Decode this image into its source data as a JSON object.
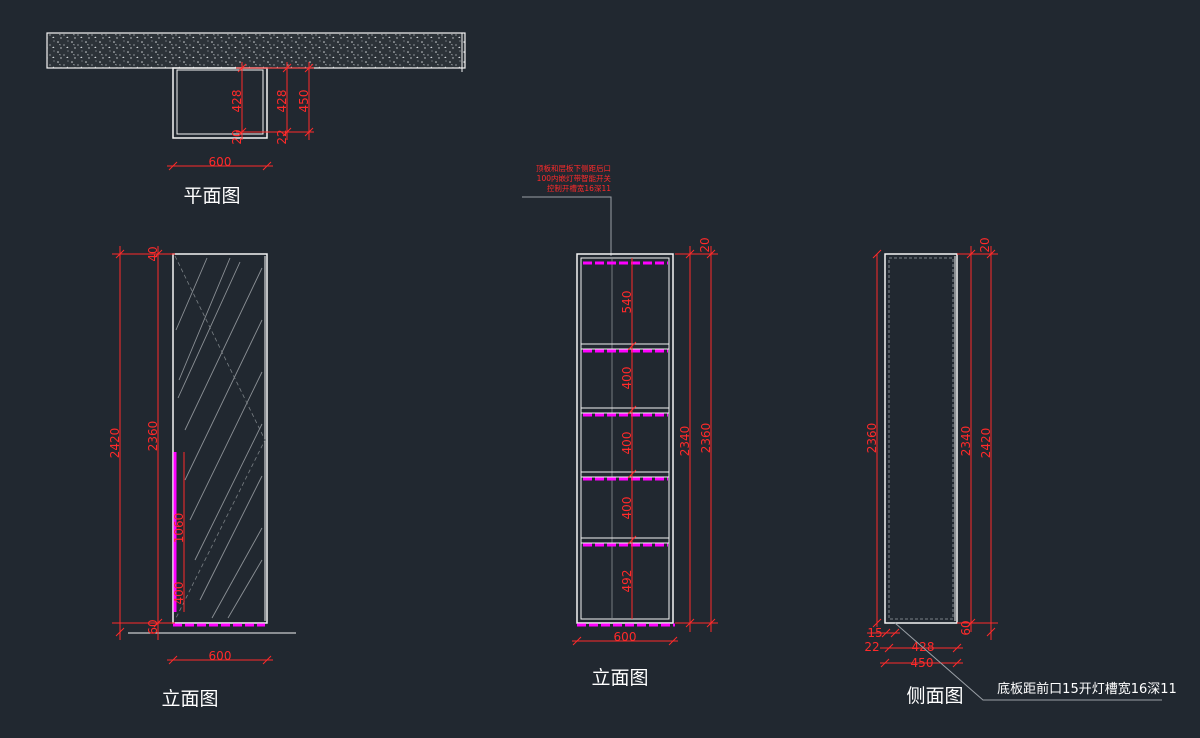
{
  "titles": {
    "plan": "平面图",
    "elevation_left": "立面图",
    "elevation_mid": "立面图",
    "side": "侧面图"
  },
  "notes": {
    "top_line1": "顶板和层板下侧距后口",
    "top_line2": "100内嵌灯带智能开关",
    "top_line3": "控制开槽宽16深11",
    "bottom": "底板距前口15开灯槽宽16深11"
  },
  "dims": {
    "plan_width": "600",
    "plan_depth_inner": "428",
    "plan_depth_mid": "428",
    "plan_depth_outer": "450",
    "plan_small_a": "20",
    "plan_small_b": "22",
    "left_total_height": "2420",
    "left_door_height": "2360",
    "left_magenta_height": "1060",
    "left_lower": "400",
    "left_top_small": "40",
    "left_bottom_small": "60",
    "left_width": "600",
    "mid_top_small": "20",
    "mid_shelf1": "540",
    "mid_shelf2": "400",
    "mid_shelf3": "400",
    "mid_shelf4": "400",
    "mid_shelf5": "492",
    "mid_inner_height": "2340",
    "mid_outer_height": "2360",
    "mid_width": "600",
    "side_top_small": "20",
    "side_left_height": "2360",
    "side_inner_height": "2340",
    "side_outer_height": "2420",
    "side_bottom_small": "60",
    "side_small_15": "15",
    "side_small_22": "22",
    "side_depth_inner": "428",
    "side_depth_outer": "450"
  }
}
